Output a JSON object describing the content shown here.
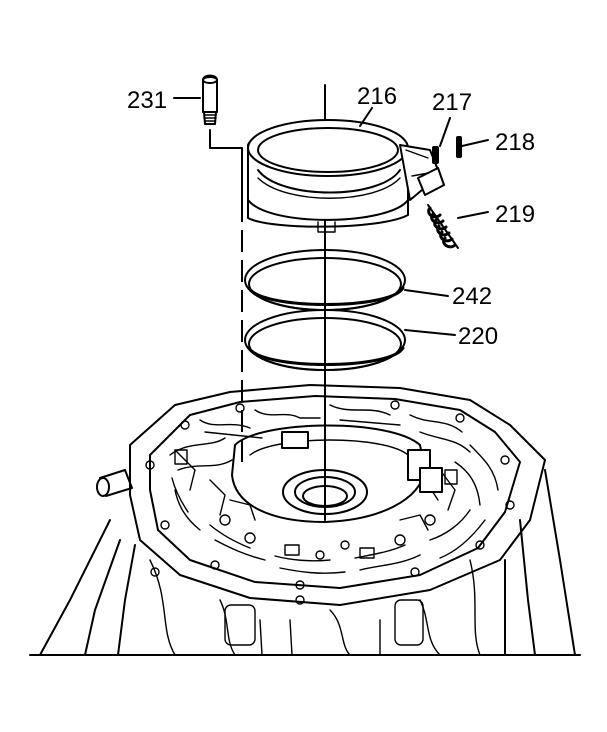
{
  "callouts": {
    "c231": "231",
    "c216": "216",
    "c217": "217",
    "c218": "218",
    "c219": "219",
    "c242": "242",
    "c220": "220"
  },
  "colors": {
    "line": "#000000",
    "background": "#ffffff"
  }
}
